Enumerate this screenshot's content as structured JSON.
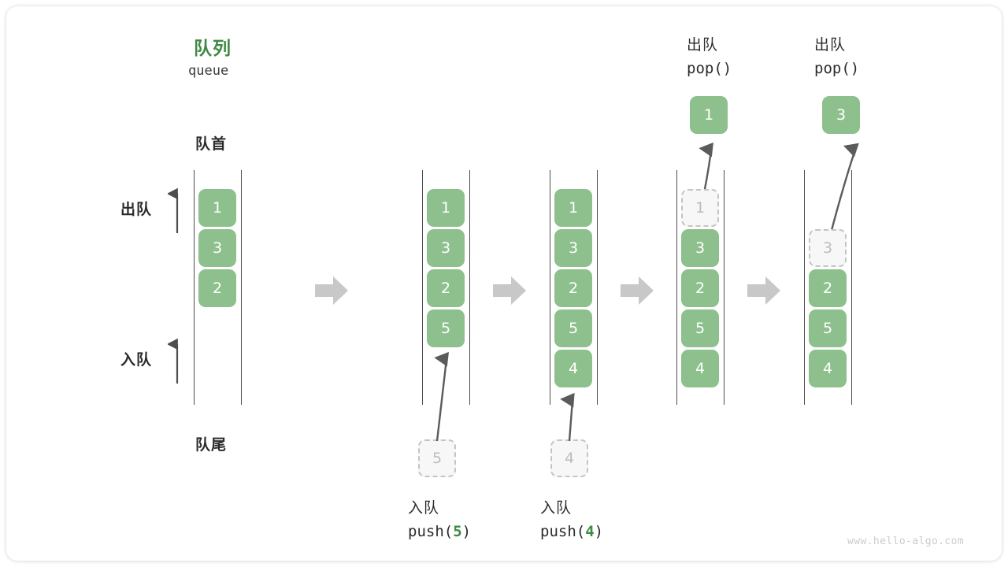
{
  "diagram": {
    "title_cn": "队列",
    "title_en": "queue",
    "front_label": "队首",
    "rear_label": "队尾",
    "dequeue_label": "出队",
    "enqueue_label": "入队",
    "watermark": "www.hello-algo.com",
    "colors": {
      "cell_green": "#8ec08e",
      "title_green": "#3f8a43",
      "ghost_fill": "#f7f7f7",
      "ghost_border": "#c4c4c4",
      "rail": "#4d4d4d",
      "step_arrow": "#c8c8c8",
      "text": "#2b2b2b",
      "watermark": "#cccccc"
    }
  },
  "steps": [
    {
      "id": "initial",
      "cells": [
        "1",
        "3",
        "2"
      ],
      "ghost_top": null,
      "incoming": null,
      "popped": null,
      "caption_cn": null,
      "caption_code": null
    },
    {
      "id": "push-5",
      "cells": [
        "1",
        "3",
        "2",
        "5"
      ],
      "ghost_top": null,
      "incoming": "5",
      "popped": null,
      "caption_cn": "入队",
      "caption_code_prefix": "push(",
      "caption_code_num": "5",
      "caption_code_suffix": ")"
    },
    {
      "id": "push-4",
      "cells": [
        "1",
        "3",
        "2",
        "5",
        "4"
      ],
      "ghost_top": null,
      "incoming": "4",
      "popped": null,
      "caption_cn": "入队",
      "caption_code_prefix": "push(",
      "caption_code_num": "4",
      "caption_code_suffix": ")"
    },
    {
      "id": "pop-1",
      "cells": [
        "3",
        "2",
        "5",
        "4"
      ],
      "ghost_top": "1",
      "incoming": null,
      "popped": "1",
      "caption_cn": "出队",
      "caption_code_prefix": "pop(",
      "caption_code_num": "",
      "caption_code_suffix": ")"
    },
    {
      "id": "pop-3",
      "cells": [
        "2",
        "5",
        "4"
      ],
      "ghost_top": "3",
      "incoming": null,
      "popped": "3",
      "caption_cn": "出队",
      "caption_code_prefix": "pop(",
      "caption_code_num": "",
      "caption_code_suffix": ")"
    }
  ],
  "top_captions": [
    {
      "cn": "出队",
      "code": "pop()"
    },
    {
      "cn": "出队",
      "code": "pop()"
    }
  ],
  "bottom_captions": [
    {
      "cn": "入队",
      "code_prefix": "push(",
      "code_num": "5",
      "code_suffix": ")"
    },
    {
      "cn": "入队",
      "code_prefix": "push(",
      "code_num": "4",
      "code_suffix": ")"
    }
  ]
}
